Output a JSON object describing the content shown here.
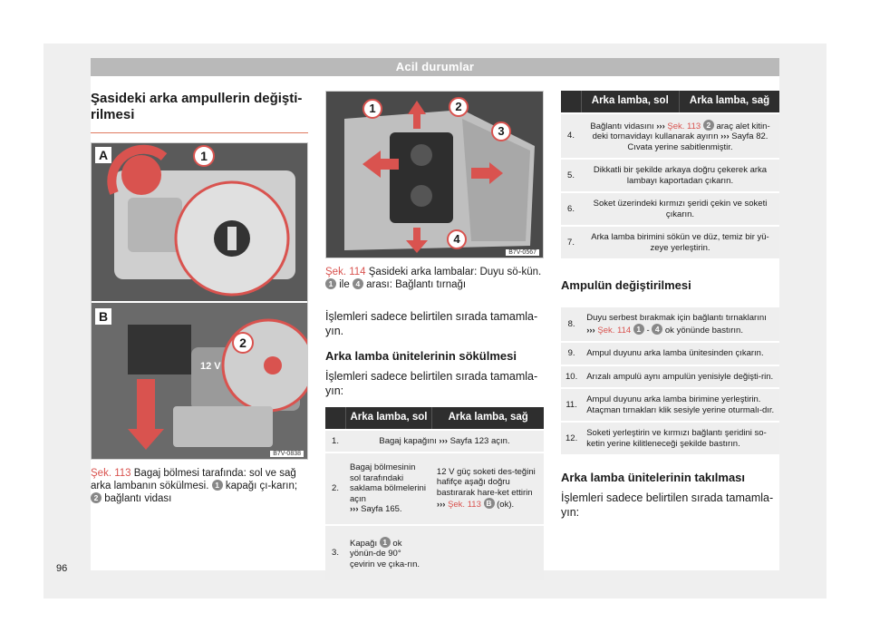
{
  "header": {
    "title": "Acil durumlar"
  },
  "page_number": "96",
  "section": {
    "title": "Şasideki arka ampullerin değişti-rilmesi"
  },
  "figure_113": {
    "code": "B7V-0838",
    "label_a": "A",
    "label_b": "B",
    "callout_1": "1",
    "callout_2": "2",
    "socket_text": "12 V",
    "caption_ref": "Şek. 113",
    "caption_text": "Bagaj bölmesi tarafında: sol ve sağ arka lambanın sökülmesi.",
    "caption_n1": "1",
    "caption_mid": "kapağı çı-karın;",
    "caption_n2": "2",
    "caption_end": "bağlantı vidası"
  },
  "figure_114": {
    "code": "B7V-0567",
    "callouts": [
      "1",
      "2",
      "3",
      "4"
    ],
    "caption_ref": "Şek. 114",
    "caption_text": "Şasideki arka lambalar: Duyu sö-kün.",
    "caption_n1": "1",
    "caption_mid": "ile",
    "caption_n4": "4",
    "caption_end": "arası: Bağlantı tırnağı"
  },
  "col2": {
    "intro": "İşlemleri sadece belirtilen sırada tamamla-yın.",
    "subheading": "Arka lamba ünitelerinin sökülmesi",
    "intro2": "İşlemleri sadece belirtilen sırada tamamla-yın:"
  },
  "table1": {
    "headers": [
      "",
      "Arka lamba, sol",
      "Arka lamba, sağ"
    ],
    "row1": {
      "n": "1.",
      "text": "Bagaj kapağını",
      "arrow": "›››",
      "ref": "Sayfa 123 açın."
    },
    "row2": {
      "n": "2.",
      "left": "Bagaj bölmesinin sol tarafındaki saklama bölmelerini açın",
      "left_ref": "Sayfa 165.",
      "right": "12 V güç soketi des-teğini hafifçe aşağı doğru bastırarak hare-ket ettirin",
      "right_ref": "Şek. 113",
      "right_circ": "B",
      "right_end": "(ok)."
    },
    "row3": {
      "n": "3.",
      "left_a": "Kapağı",
      "left_num": "1",
      "left_b": "ok yönün-de 90° çevirin ve çıka-rın."
    }
  },
  "table2": {
    "headers": [
      "",
      "Arka lamba, sol",
      "Arka lamba, sağ"
    ],
    "row4": {
      "n": "4.",
      "a": "Bağlantı vidasını",
      "ref": "Şek. 113",
      "num": "2",
      "b": "araç alet kitin-deki tornavidayı kullanarak ayırın",
      "ref2": "Sayfa 82.",
      "c": "Cıvata yerine sabitlenmiştir."
    },
    "row5": {
      "n": "5.",
      "text": "Dikkatli bir şekilde arkaya doğru çekerek arka lambayı kaportadan çıkarın."
    },
    "row6": {
      "n": "6.",
      "text": "Soket üzerindeki kırmızı şeridi çekin ve soketi çıkarın."
    },
    "row7": {
      "n": "7.",
      "text": "Arka lamba birimini sökün ve düz, temiz bir yü-zeye yerleştirin."
    }
  },
  "subheading2": "Ampulün değiştirilmesi",
  "table3": {
    "row8": {
      "n": "8.",
      "a": "Duyu serbest bırakmak için bağlantı tırnaklarını",
      "ref": "Şek. 114",
      "num1": "1",
      "dash": "-",
      "num4": "4",
      "b": "ok yönünde bastırın."
    },
    "row9": {
      "n": "9.",
      "text": "Ampul duyunu arka lamba ünitesinden çıkarın."
    },
    "row10": {
      "n": "10.",
      "text": "Arızalı ampulü aynı ampulün yenisiyle değişti-rin."
    },
    "row11": {
      "n": "11.",
      "text": "Ampul duyunu arka lamba birimine yerleştirin. Ataçman tırnakları klik sesiyle yerine oturmalı-dır."
    },
    "row12": {
      "n": "12.",
      "text": "Soketi yerleştirin ve kırmızı bağlantı şeridini so-ketin yerine kilitleneceği şekilde bastırın."
    }
  },
  "subheading3": "Arka lamba ünitelerinin takılması",
  "final_para": "İşlemleri sadece belirtilen sırada tamamla-yın:",
  "colors": {
    "accent": "#d9534f",
    "table_header": "#2e2e2e",
    "row_bg": "#eeeeee"
  }
}
